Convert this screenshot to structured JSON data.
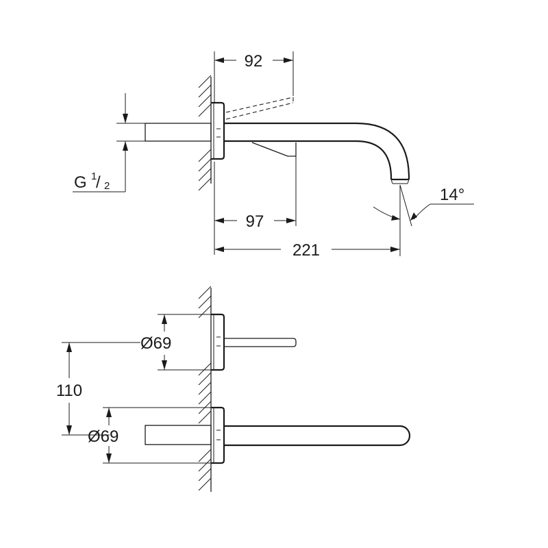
{
  "dimensions": {
    "wall_to_top": "92",
    "wall_to_lever": "97",
    "total_projection": "221",
    "angle": "14°",
    "thread_prefix": "G",
    "thread_num": "1",
    "thread_den": "2",
    "rosette_upper": "Ø69",
    "rosette_lower": "Ø69",
    "center_distance": "110"
  }
}
